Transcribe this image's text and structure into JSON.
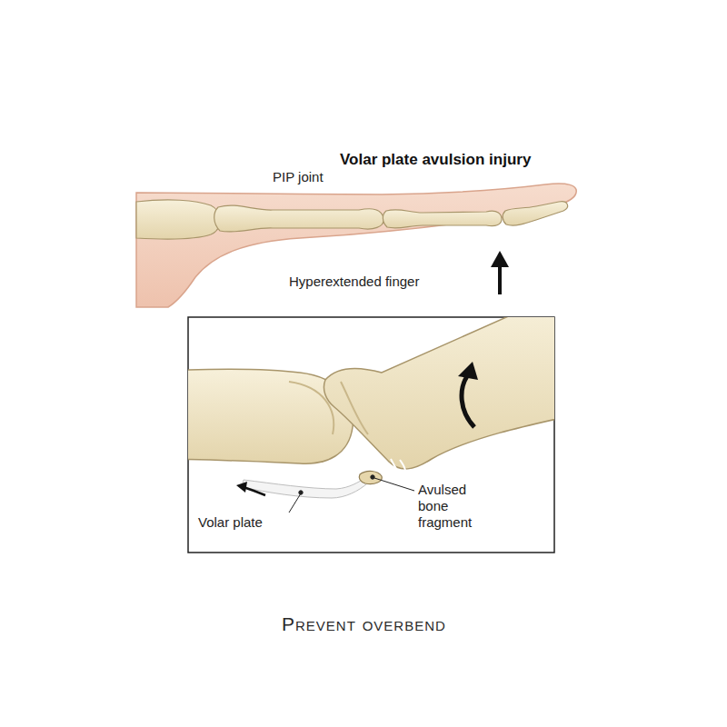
{
  "diagram": {
    "title": "Volar plate avulsion injury",
    "caption": "Prevent overbend",
    "labels": [
      "PIP joint",
      "Hyperextended finger",
      "Volar plate",
      "Avulsed bone fragment"
    ]
  }
}
